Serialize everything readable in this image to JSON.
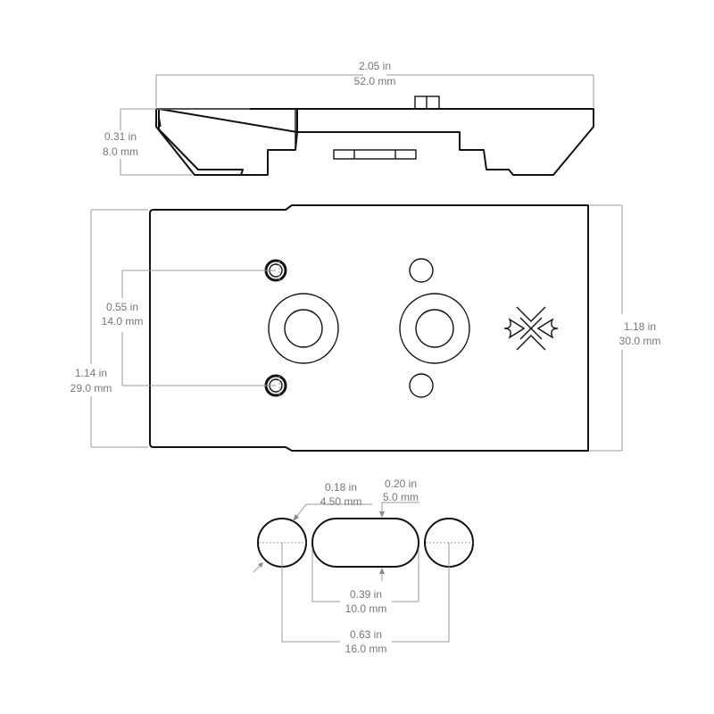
{
  "dimensions": {
    "overall_length": {
      "in": "2.05 in",
      "mm": "52.0 mm"
    },
    "height": {
      "in": "0.31 in",
      "mm": "8.0 mm"
    },
    "width": {
      "in": "1.18 in",
      "mm": "30.0 mm"
    },
    "screw_spacing": {
      "in": "0.55 in",
      "mm": "14.0 mm"
    },
    "base_width": {
      "in": "1.14 in",
      "mm": "29.0 mm"
    },
    "hole_diameter": {
      "in": "0.18 in",
      "mm": "4.50 mm"
    },
    "slot_width": {
      "in": "0.20 in",
      "mm": "5.0 mm"
    },
    "slot_length": {
      "in": "0.39 in",
      "mm": "10.0 mm"
    },
    "hole_spacing": {
      "in": "0.63 in",
      "mm": "16.0 mm"
    }
  },
  "colors": {
    "outline": "#111111",
    "dimension": "#999999",
    "text": "#777777"
  }
}
